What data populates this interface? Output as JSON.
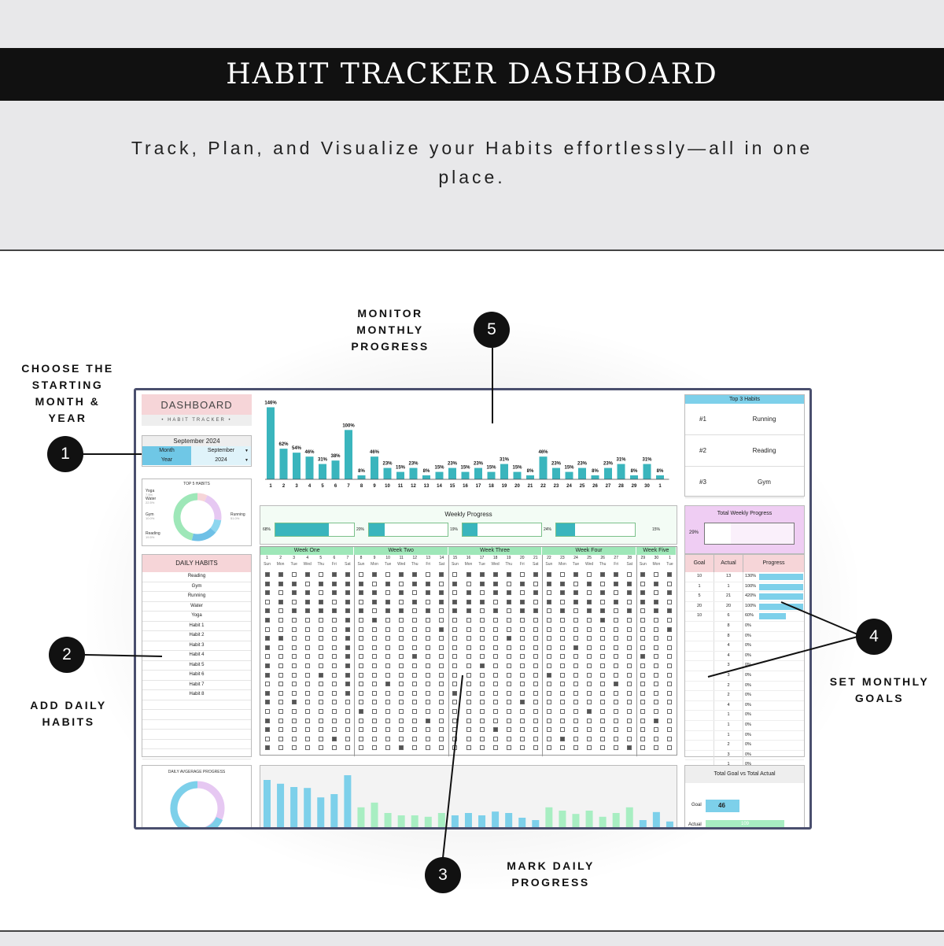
{
  "page": {
    "title": "HABIT TRACKER DASHBOARD",
    "subtitle": "Track, Plan, and Visualize your Habits effortlessly—all in one place."
  },
  "callouts": [
    {
      "number": "1",
      "label": "CHOOSE THE STARTING MONTH & YEAR"
    },
    {
      "number": "2",
      "label": "ADD DAILY HABITS"
    },
    {
      "number": "3",
      "label": "MARK DAILY PROGRESS"
    },
    {
      "number": "4",
      "label": "SET MONTHLY GOALS"
    },
    {
      "number": "5",
      "label": "MONITOR MONTHLY PROGRESS"
    }
  ],
  "dashboard": {
    "logo": {
      "title": "DASHBOARD",
      "subtitle": "• HABIT TRACKER •"
    },
    "date_selector": {
      "heading": "September 2024",
      "month_label": "Month",
      "month_value": "September",
      "year_label": "Year",
      "year_value": "2024"
    },
    "top5": {
      "title": "TOP 5 HABITS",
      "items": [
        {
          "name": "Yoga",
          "pct": "7.5%"
        },
        {
          "name": "Water",
          "pct": "22.5%"
        },
        {
          "name": "Gym",
          "pct": "10.0%"
        },
        {
          "name": "Reading",
          "pct": "19.5%"
        },
        {
          "name": "Running",
          "pct": "51.0%"
        }
      ],
      "colors": [
        "#f6d5d8",
        "#e6c8f2",
        "#8dd6ef",
        "#6fc0e6",
        "#9ee7b8"
      ],
      "values": [
        7.5,
        22.5,
        10.0,
        19.5,
        51.0
      ]
    },
    "daily_habits": {
      "title": "DAILY HABITS",
      "items": [
        "Reading",
        "Gym",
        "Running",
        "Water",
        "Yoga",
        "Habit 1",
        "Habit 2",
        "Habit 3",
        "Habit 4",
        "Habit 5",
        "Habit 6",
        "Habit 7",
        "Habit 8"
      ]
    },
    "daily_avg": {
      "title": "DAILY AVGERAGE PROGRESS"
    },
    "top3": {
      "title": "Top 3 Habits",
      "items": [
        {
          "rank": "#1",
          "name": "Running"
        },
        {
          "rank": "#2",
          "name": "Reading"
        },
        {
          "rank": "#3",
          "name": "Gym"
        }
      ]
    },
    "total_weekly": {
      "title": "Total Weekly Progress",
      "value": "29%",
      "fill": 0.29
    },
    "goals": {
      "headers": [
        "Goal",
        "Actual",
        "Progress"
      ],
      "rows": [
        {
          "goal": "10",
          "actual": "13",
          "pct": "130%",
          "fill": 1.0
        },
        {
          "goal": "1",
          "actual": "1",
          "pct": "100%",
          "fill": 1.0
        },
        {
          "goal": "5",
          "actual": "21",
          "pct": "420%",
          "fill": 1.0
        },
        {
          "goal": "20",
          "actual": "20",
          "pct": "100%",
          "fill": 1.0
        },
        {
          "goal": "10",
          "actual": "6",
          "pct": "60%",
          "fill": 0.6
        },
        {
          "goal": "",
          "actual": "8",
          "pct": "0%",
          "fill": 0
        },
        {
          "goal": "",
          "actual": "8",
          "pct": "0%",
          "fill": 0
        },
        {
          "goal": "",
          "actual": "4",
          "pct": "0%",
          "fill": 0
        },
        {
          "goal": "",
          "actual": "4",
          "pct": "0%",
          "fill": 0
        },
        {
          "goal": "",
          "actual": "3",
          "pct": "0%",
          "fill": 0
        },
        {
          "goal": "",
          "actual": "3",
          "pct": "0%",
          "fill": 0
        },
        {
          "goal": "",
          "actual": "2",
          "pct": "0%",
          "fill": 0
        },
        {
          "goal": "",
          "actual": "2",
          "pct": "0%",
          "fill": 0
        },
        {
          "goal": "",
          "actual": "4",
          "pct": "0%",
          "fill": 0
        },
        {
          "goal": "",
          "actual": "1",
          "pct": "0%",
          "fill": 0
        },
        {
          "goal": "",
          "actual": "1",
          "pct": "0%",
          "fill": 0
        },
        {
          "goal": "",
          "actual": "1",
          "pct": "0%",
          "fill": 0
        },
        {
          "goal": "",
          "actual": "2",
          "pct": "0%",
          "fill": 0
        },
        {
          "goal": "",
          "actual": "3",
          "pct": "0%",
          "fill": 0
        },
        {
          "goal": "",
          "actual": "1",
          "pct": "0%",
          "fill": 0
        }
      ]
    },
    "total_goal_actual": {
      "title": "Total Goal vs Total Actual",
      "goal_label": "Goal",
      "goal_value": "46",
      "actual_label": "Actual",
      "actual_value": "109"
    },
    "weekly_progress": {
      "title": "Weekly Progress",
      "weeks": [
        {
          "pct": "68%",
          "fill": 0.68
        },
        {
          "pct": "20%",
          "fill": 0.2
        },
        {
          "pct": "19%",
          "fill": 0.19
        },
        {
          "pct": "24%",
          "fill": 0.24
        },
        {
          "pct": "15%",
          "fill": 0.15
        }
      ]
    },
    "week_names": [
      "Week One",
      "Week Two",
      "Week Three",
      "Week Four",
      "Week Five"
    ],
    "day_numbers": [
      "1",
      "2",
      "3",
      "4",
      "5",
      "6",
      "7",
      "8",
      "9",
      "10",
      "11",
      "12",
      "13",
      "14",
      "15",
      "16",
      "17",
      "18",
      "19",
      "20",
      "21",
      "22",
      "23",
      "24",
      "25",
      "26",
      "27",
      "28",
      "29",
      "30",
      "1"
    ],
    "day_names": [
      "Sun",
      "Mon",
      "Tue",
      "Wed",
      "Thu",
      "Fri",
      "Sat",
      "Sun",
      "Mon",
      "Tue",
      "Wed",
      "Thu",
      "Fri",
      "Sat",
      "Sun",
      "Mon",
      "Tue",
      "Wed",
      "Thu",
      "Fri",
      "Sat",
      "Sun",
      "Mon",
      "Tue",
      "Wed",
      "Thu",
      "Fri",
      "Sat",
      "Sun",
      "Mon",
      "Tue"
    ],
    "colors": {
      "bar": "#3ab5bd",
      "week_header": "#9ee7b8",
      "pink": "#f6d5d8",
      "lavender": "#efcdf3",
      "progress": "#7dd0ea"
    }
  },
  "chart_data": [
    {
      "type": "bar",
      "title": "",
      "categories": [
        "1",
        "2",
        "3",
        "4",
        "5",
        "6",
        "7",
        "8",
        "9",
        "10",
        "11",
        "12",
        "13",
        "14",
        "15",
        "16",
        "17",
        "18",
        "19",
        "20",
        "21",
        "22",
        "23",
        "24",
        "25",
        "26",
        "27",
        "28",
        "29",
        "30",
        "1"
      ],
      "values": [
        146,
        62,
        54,
        46,
        31,
        38,
        100,
        8,
        46,
        23,
        15,
        23,
        8,
        15,
        23,
        15,
        23,
        15,
        31,
        15,
        8,
        46,
        23,
        15,
        23,
        8,
        23,
        31,
        8,
        31,
        8
      ],
      "value_labels": [
        "146%",
        "62%",
        "54%",
        "46%",
        "31%",
        "38%",
        "100%",
        "8%",
        "46%",
        "23%",
        "15%",
        "23%",
        "8%",
        "15%",
        "23%",
        "15%",
        "23%",
        "15%",
        "31%",
        "15%",
        "8%",
        "46%",
        "23%",
        "15%",
        "23%",
        "8%",
        "23%",
        "31%",
        "8%",
        "31%",
        "8%"
      ],
      "ylim": [
        0,
        150
      ]
    },
    {
      "type": "bar",
      "title": "",
      "values": [
        100,
        92,
        85,
        83,
        63,
        70,
        110,
        42,
        52,
        30,
        25,
        25,
        22,
        30,
        25,
        30,
        25,
        33,
        30,
        20,
        15,
        42,
        35,
        28,
        35,
        22,
        30,
        42,
        15,
        32,
        12
      ],
      "colors": [
        "#7dd0ea",
        "#7dd0ea",
        "#7dd0ea",
        "#7dd0ea",
        "#7dd0ea",
        "#7dd0ea",
        "#7dd0ea",
        "#a8eec2",
        "#a8eec2",
        "#a8eec2",
        "#a8eec2",
        "#a8eec2",
        "#a8eec2",
        "#a8eec2",
        "#7dd0ea",
        "#7dd0ea",
        "#7dd0ea",
        "#7dd0ea",
        "#7dd0ea",
        "#7dd0ea",
        "#7dd0ea",
        "#a8eec2",
        "#a8eec2",
        "#a8eec2",
        "#a8eec2",
        "#a8eec2",
        "#a8eec2",
        "#a8eec2",
        "#7dd0ea",
        "#7dd0ea",
        "#7dd0ea"
      ]
    }
  ]
}
